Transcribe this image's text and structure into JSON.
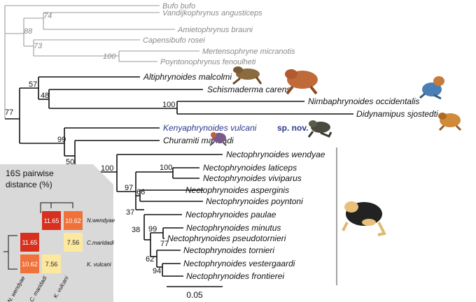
{
  "taxa": {
    "bufo": "Bufo bufo",
    "vandijk": "Vandijkophrynus angusticeps",
    "amieto": "Amietophrynus brauni",
    "capensi": "Capensibufo rosei",
    "merten": "Mertensophryne micranotis",
    "poynt": "Poyntonophrynus fenoulheti",
    "altiph": "Altiphrynoides malcolmi",
    "schism": "Schismaderma carens",
    "nimba": "Nimbaphrynoides occidentalis",
    "didyn": "Didynamipus sjostedti",
    "kenya": "Kenyaphrynoides vulcani",
    "spnov": "sp. nov.",
    "churam": "Churamiti maridadi",
    "wend": "Nectophrynoides wendyae",
    "lati": "Nectophrynoides laticeps",
    "vivi": "Nectophrynoides viviparus",
    "asper": "Nectophrynoides asperginis",
    "poyn": "Nectophrynoides poyntoni",
    "paul": "Nectophrynoides paulae",
    "minu": "Nectophrynoides minutus",
    "pseudo": "Nectophrynoides pseudotornieri",
    "torn": "Nectophrynoides tornieri",
    "vest": "Nectophrynoides vestergaardi",
    "front": "Nectophrynoides frontierei"
  },
  "support": {
    "s74": "74",
    "s88": "88",
    "s73": "73",
    "s100a": "100",
    "s57": "57",
    "s48": "48",
    "s77a": "77",
    "s100b": "100",
    "s99a": "99",
    "s50": "50",
    "s100c": "100",
    "s100d": "100",
    "s97": "97",
    "s66": "66",
    "s37": "37",
    "s38": "38",
    "s99b": "99",
    "s77b": "77",
    "s62": "62",
    "s94": "94"
  },
  "scale_bar": "0.05",
  "inset": {
    "title_line1": "16S pairwise",
    "title_line2": "distance (%)",
    "row_labels": [
      "N.wendyae",
      "C.maridadi",
      "K. vulcani"
    ],
    "col_labels": [
      "N. wendyae",
      "C. maridadi",
      "K. vulcani"
    ],
    "cells": {
      "wend_churam": "11.65",
      "wend_kenya": "10.62",
      "churam_kenya": "7.56"
    }
  },
  "colors": {
    "red": "#d7301f",
    "orange": "#f0723a",
    "yellow": "#fde8a0",
    "highlight": "#2e3a8c",
    "inset_bg": "#d9d9d9"
  }
}
